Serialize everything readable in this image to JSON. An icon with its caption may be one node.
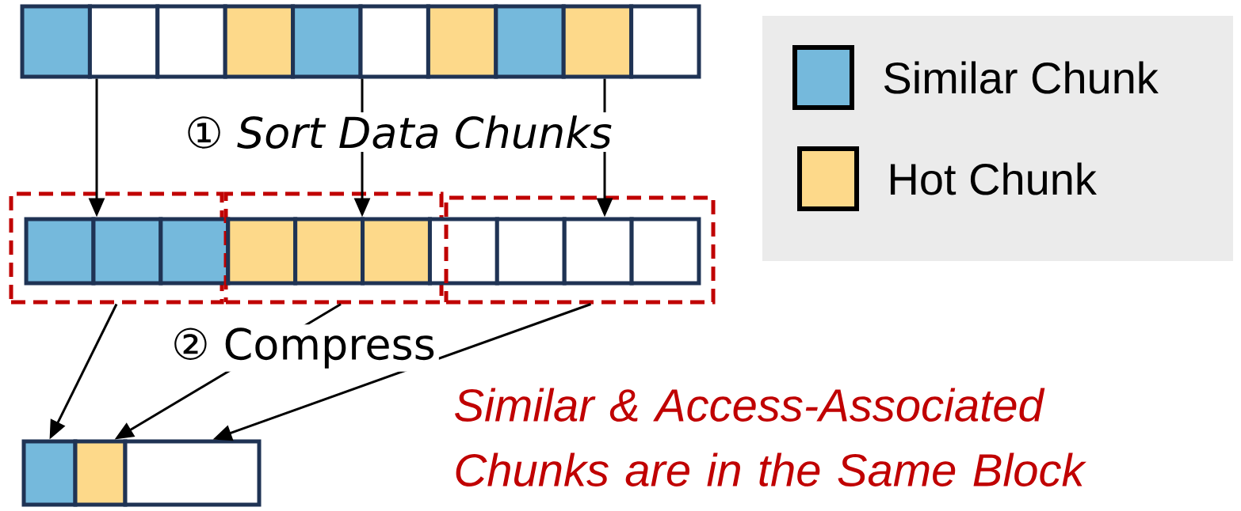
{
  "diagram": {
    "nodes": [
      {
        "text": [],
        "shape": "box"
      },
      {
        "text": [],
        "shape": "box"
      },
      {
        "text": [],
        "shape": "box"
      },
      {
        "text": [],
        "shape": "box"
      },
      {
        "text": [],
        "shape": "box"
      },
      {
        "text": [],
        "shape": "box"
      },
      {
        "text": [],
        "shape": "box"
      },
      {
        "text": [],
        "shape": "box"
      },
      {
        "text": [],
        "shape": "box"
      },
      {
        "text": [],
        "shape": "box"
      },
      {
        "text": [],
        "shape": "box"
      },
      {
        "text": [],
        "shape": "box",
        "in": 10
      },
      {
        "text": [],
        "shape": "box",
        "in": 10
      },
      {
        "text": [],
        "shape": "box"
      },
      {
        "text": [],
        "shape": "box"
      },
      {
        "text": [],
        "shape": "box",
        "in": 14
      },
      {
        "text": [],
        "shape": "box",
        "in": 14
      },
      {
        "text": [],
        "shape": "box",
        "in": 14
      },
      {
        "text": [],
        "shape": "box"
      },
      {
        "text": [],
        "shape": "box"
      },
      {
        "text": [],
        "shape": "box",
        "in": 19
      },
      {
        "text": [],
        "shape": "box",
        "in": 19
      },
      {
        "text": [],
        "shape": "box",
        "in": 19
      },
      {
        "text": [],
        "shape": "box"
      },
      {
        "text": [],
        "shape": "box"
      },
      {
        "text": [],
        "shape": "box"
      }
    ],
    "edges": [
      {
        "from": 1,
        "to": 12,
        "arrow": "to"
      },
      {
        "from": 4,
        "to": 16,
        "arrow": "to"
      },
      {
        "from": 8,
        "to": 21,
        "arrow": "to"
      },
      {
        "from": 10,
        "to": 23,
        "arrow": "to"
      },
      {
        "from": 14,
        "to": 24,
        "arrow": "to"
      },
      {
        "from": 19,
        "to": 25,
        "arrow": "to"
      }
    ],
    "labels": [
      "① *Sort Data Chunks*",
      "② Compress",
      "Similar & Access-Associated Chunks are in the Same Block"
    ],
    "legend": [
      {
        "text": "Similar Chunk",
        "color": "#75b9dc"
      },
      {
        "text": "Hot Chunk",
        "color": "#fdd98a"
      }
    ]
  }
}
